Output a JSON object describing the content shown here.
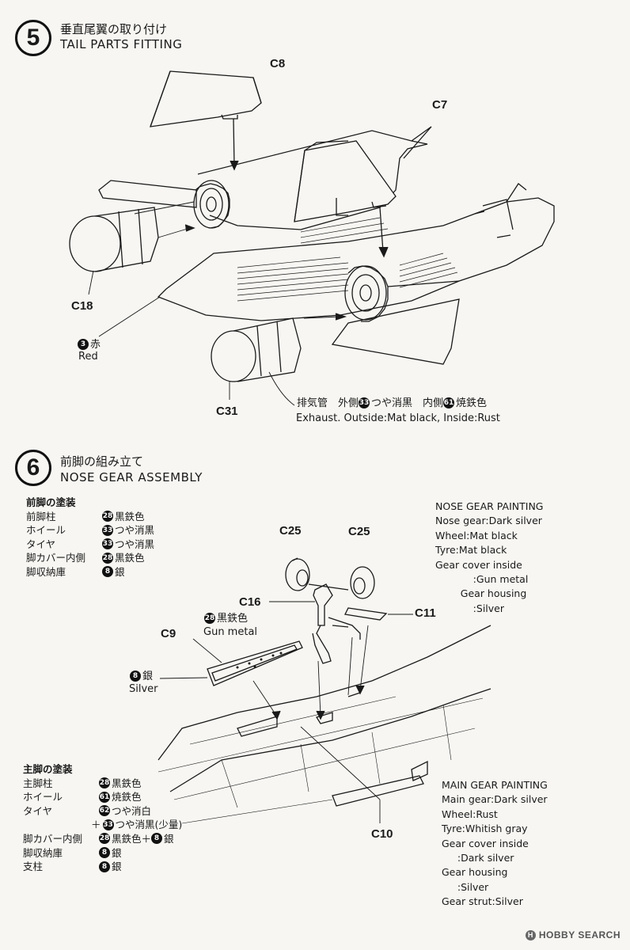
{
  "step5": {
    "number": "5",
    "title_jp": "垂直尾翼の取り付け",
    "title_en": "TAIL PARTS FITTING",
    "parts": [
      "C8",
      "C7",
      "C18",
      "C31"
    ],
    "red_label": {
      "num": "3",
      "jp": "赤",
      "en": "Red"
    },
    "exhaust_jp": {
      "prefix": "排気管　外側",
      "num1": "33",
      "mid": "つや消黒　内側",
      "num2": "61",
      "suffix": "焼鉄色"
    },
    "exhaust_en": "Exhaust. Outside:Mat black, Inside:Rust"
  },
  "step6": {
    "number": "6",
    "title_jp": "前脚の組み立て",
    "title_en": "NOSE GEAR ASSEMBLY",
    "parts": [
      "C25",
      "C25",
      "C16",
      "C11",
      "C9",
      "C10"
    ],
    "gunmetal_label": {
      "num": "28",
      "jp": "黒鉄色",
      "en": "Gun metal"
    },
    "silver_label": {
      "num": "8",
      "jp": "銀",
      "en": "Silver"
    },
    "nose_jp": {
      "heading": "前脚の塗装",
      "rows": [
        {
          "k": "前脚柱",
          "num": "28",
          "v": "黒鉄色"
        },
        {
          "k": "ホイール",
          "num": "33",
          "v": "つや消黒"
        },
        {
          "k": "タイヤ",
          "num": "33",
          "v": "つや消黒"
        },
        {
          "k": "脚カバー内側",
          "num": "28",
          "v": "黒鉄色"
        },
        {
          "k": "脚収納庫",
          "num": "8",
          "v": "銀"
        }
      ]
    },
    "nose_en": {
      "heading": "NOSE GEAR PAINTING",
      "rows": [
        "Nose gear:Dark silver",
        "Wheel:Mat black",
        "Tyre:Mat black",
        "Gear cover inside",
        "            :Gun metal",
        "        Gear housing",
        "            :Silver"
      ]
    },
    "main_jp": {
      "heading": "主脚の塗装",
      "rows": [
        {
          "k": "主脚柱",
          "num": "28",
          "v": "黒鉄色"
        },
        {
          "k": "ホイール",
          "num": "61",
          "v": "焼鉄色"
        },
        {
          "k": "タイヤ",
          "num": "62",
          "v": "つや消白"
        },
        {
          "k": "",
          "plus": "＋",
          "num": "33",
          "v": "つや消黒(少量)"
        },
        {
          "k": "脚カバー内側",
          "num": "28",
          "v": "黒鉄色＋",
          "num2": "8",
          "v2": "銀"
        },
        {
          "k": "脚収納庫",
          "num": "8",
          "v": "銀"
        },
        {
          "k": "支柱",
          "num": "8",
          "v": "銀"
        }
      ]
    },
    "main_en": {
      "heading": "MAIN GEAR PAINTING",
      "rows": [
        "Main gear:Dark silver",
        "Wheel:Rust",
        "Tyre:Whitish gray",
        "Gear cover inside",
        "     :Dark silver",
        "Gear housing",
        "     :Silver",
        "Gear strut:Silver"
      ]
    }
  },
  "watermark": {
    "mark": "H",
    "text": "HOBBY SEARCH"
  }
}
